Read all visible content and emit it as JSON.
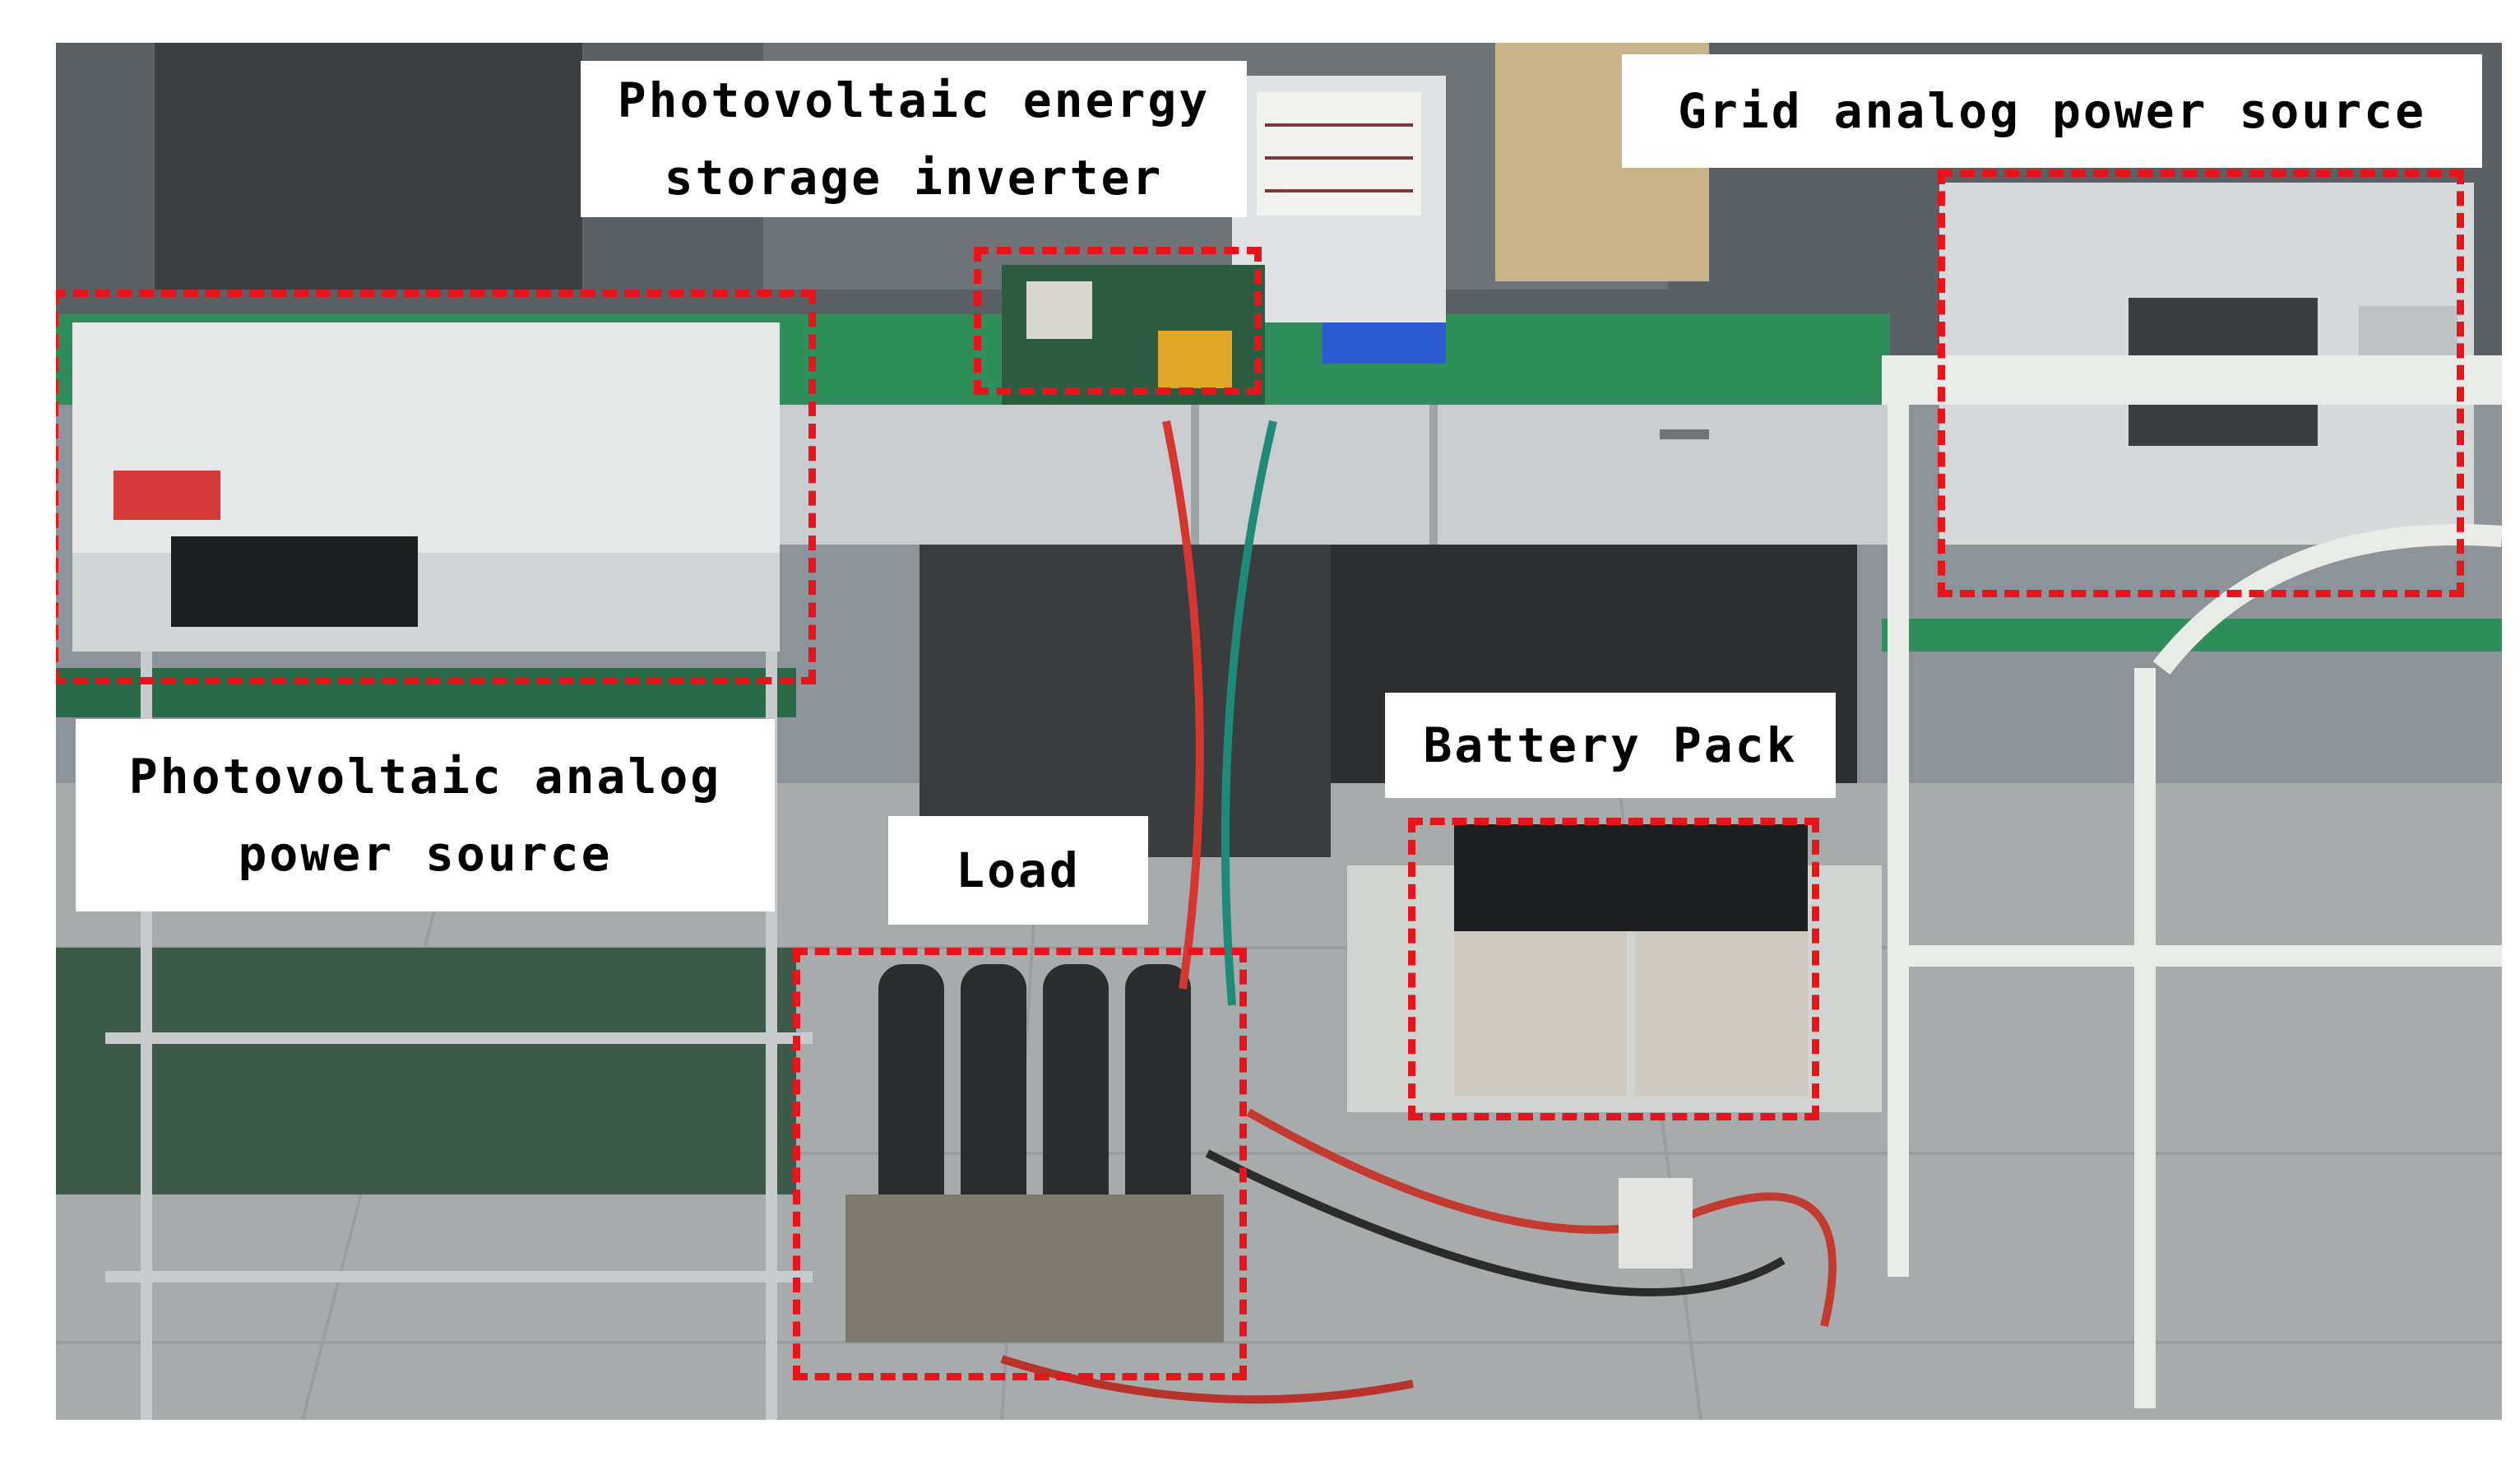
{
  "image": {
    "description_free": true,
    "highlight_color": "#e8141c",
    "label_background": "#ffffff"
  },
  "labels": {
    "inverter_line1": "Photovoltaic energy",
    "inverter_line2": "storage inverter",
    "grid_source": "Grid analog power source",
    "pv_source_line1": "Photovoltaic analog",
    "pv_source_line2": "power source",
    "battery_pack": "Battery Pack",
    "load": "Load"
  }
}
